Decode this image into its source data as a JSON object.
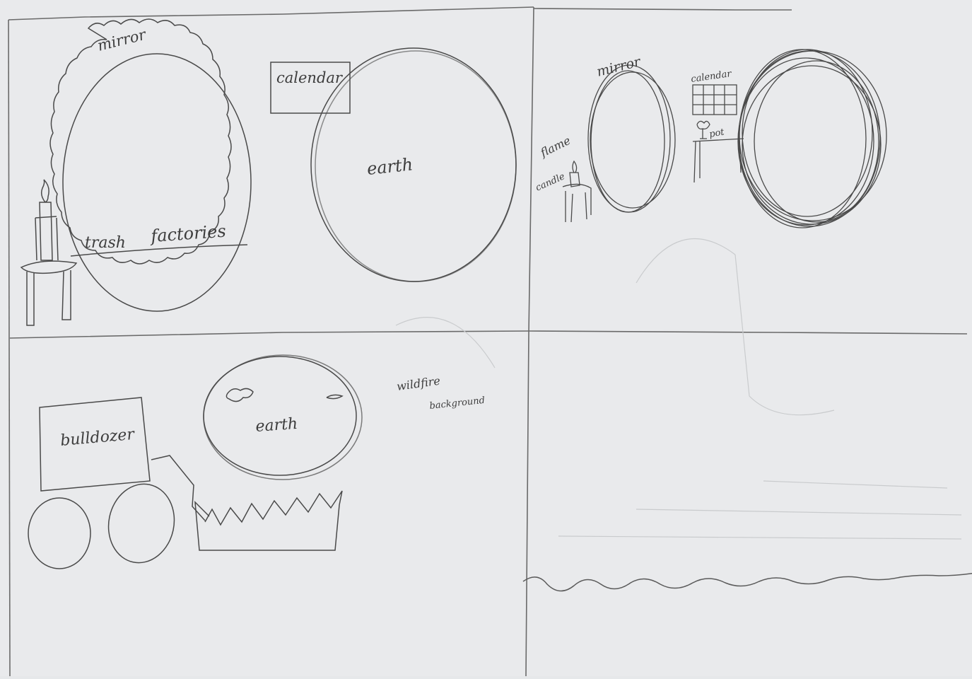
{
  "panel1": {
    "mirror": "mirror",
    "calendar": "calendar",
    "earth": "earth",
    "trash": "trash",
    "factories": "factories"
  },
  "panel2": {
    "mirror": "mirror",
    "calendar": "calendar",
    "flame": "flame",
    "candle": "candle",
    "pot": "pot"
  },
  "panel3": {
    "bulldozer": "bulldozer",
    "earth": "earth",
    "wildfire": "wildfire",
    "background": "background"
  },
  "colors": {
    "paper": "#e6e8ea",
    "pencil": "#4a4a4a",
    "faint": "#c4c6c8"
  }
}
